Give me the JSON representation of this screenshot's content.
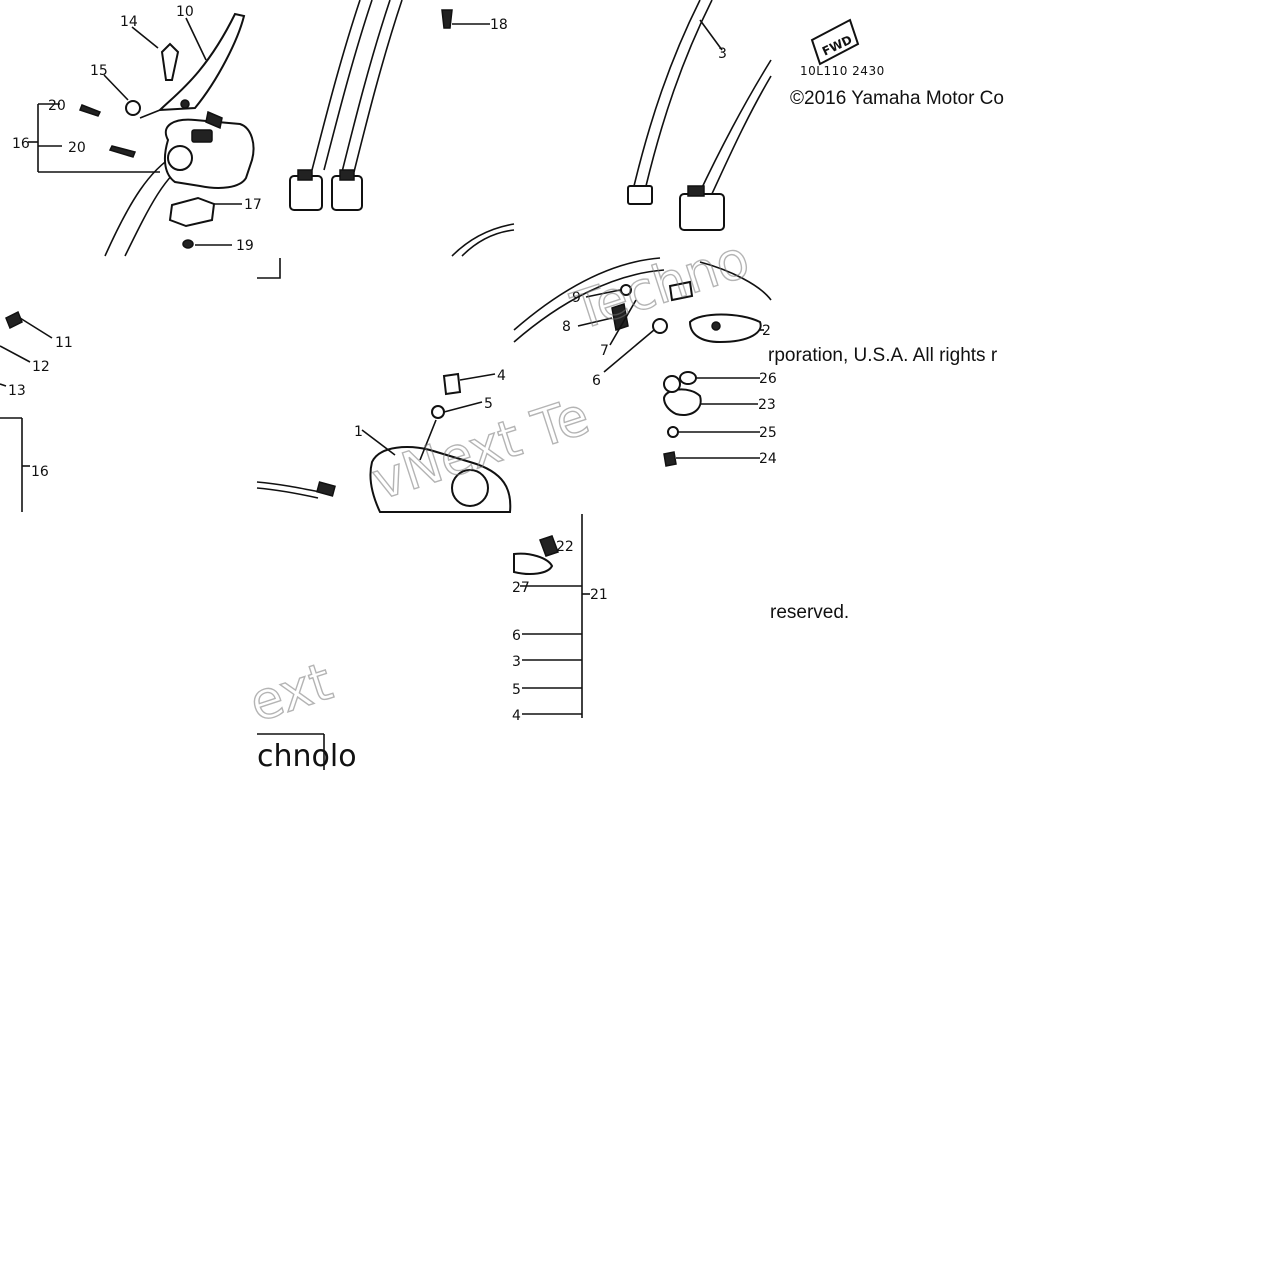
{
  "copyright": {
    "part1": "©2016 Yamaha Motor Co",
    "part2": "rporation, U.S.A. All rights r",
    "part3": "reserved."
  },
  "diagram_code": "10L110 2430",
  "fwd_label": "FWD",
  "callouts": {
    "c14": "14",
    "c10": "10",
    "c15": "15",
    "c20a": "20",
    "c20b": "20",
    "c16a": "16",
    "c17": "17",
    "c19": "19",
    "c18": "18",
    "c11": "11",
    "c12": "12",
    "c13": "13",
    "c16b": "16",
    "c4a": "4",
    "c5a": "5",
    "c1": "1",
    "c3a": "3",
    "c9": "9",
    "c8": "8",
    "c7": "7",
    "c6a": "6",
    "c26": "26",
    "c23": "23",
    "c25": "25",
    "c24": "24",
    "c2": "2",
    "c22": "22",
    "c27": "27",
    "c21": "21",
    "c6b": "6",
    "c3b": "3",
    "c5b": "5",
    "c4b": "4"
  },
  "watermarks": {
    "w1": "Techno",
    "w2": "vNext Te",
    "w3": "ext",
    "w4": "chnolo"
  }
}
